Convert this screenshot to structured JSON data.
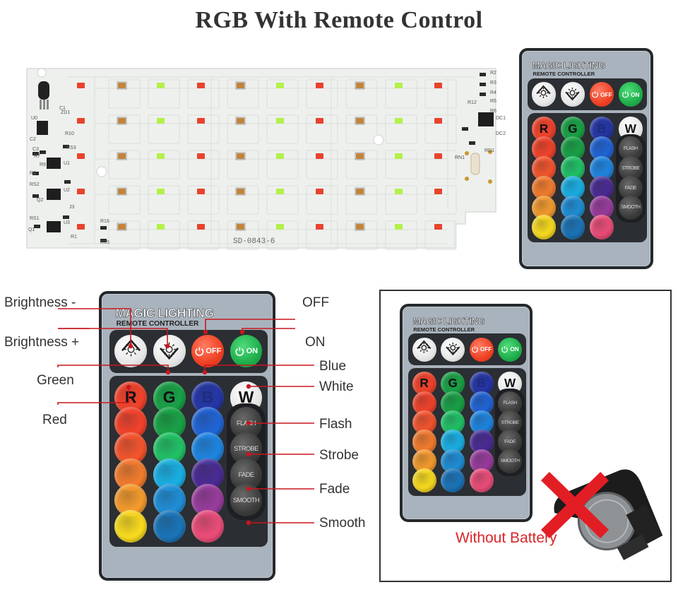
{
  "title": "RGB With Remote Control",
  "pcb": {
    "labels": [
      "SD-0843-6",
      "ZD1",
      "U0",
      "R10",
      "C1",
      "C2",
      "C3",
      "R7",
      "R8",
      "R9",
      "RS3",
      "U1",
      "RS2",
      "Q2",
      "J3",
      "U2",
      "RS1",
      "Q1",
      "R16",
      "R15",
      "U3",
      "R1",
      "R2",
      "R3",
      "R4",
      "R5",
      "R6",
      "R12",
      "RD1",
      "DC1",
      "DC2",
      "RN1"
    ],
    "led_colors": {
      "red": "#e8432c",
      "white": "#b4f04a",
      "warm": "#c2843c"
    }
  },
  "remote": {
    "brand": "MAGIC LIGHTING",
    "subtitle": "REMOTE CONTROLLER",
    "buttons": {
      "off": "OFF",
      "on": "ON",
      "r": "R",
      "g": "G",
      "b": "B",
      "w": "W",
      "flash": "FLASH",
      "strobe": "STROBE",
      "fade": "FADE",
      "smooth": "SMOOTH"
    },
    "color_rows": [
      [
        "#f4432b",
        "#19a347",
        "#2065d8"
      ],
      [
        "#f6552d",
        "#21c367",
        "#1e86e2"
      ],
      [
        "#f57d2e",
        "#19b1e6",
        "#4b2b95"
      ],
      [
        "#f79c2e",
        "#1f8fd8",
        "#9a3c9e"
      ],
      [
        "#fbdd1e",
        "#1b75b9",
        "#ee4d79"
      ]
    ]
  },
  "annotations": {
    "brightness_minus": "Brightness -",
    "brightness_plus": "Brightness +",
    "off": "OFF",
    "on": "ON",
    "green": "Green",
    "red": "Red",
    "blue": "Blue",
    "white": "White",
    "flash": "Flash",
    "strobe": "Strobe",
    "fade": "Fade",
    "smooth": "Smooth"
  },
  "battery_note": "Without Battery",
  "colors": {
    "line": "#c8171e",
    "remote_body": "#a9b3bd",
    "remote_border": "#25282b"
  }
}
